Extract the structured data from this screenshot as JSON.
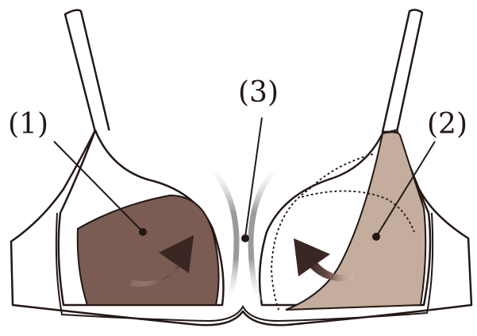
{
  "labels": {
    "left_cup": "(1)",
    "right_cup": "(2)",
    "center_gore": "(3)"
  },
  "colors": {
    "outline": "#231815",
    "left_fill": "#7a5c52",
    "right_fill": "#c4ad9c",
    "arrow_dark": "#3a2622",
    "arrow_light": "#c9b5ab",
    "gore_stroke": "#a9a9a9",
    "background": "#ffffff"
  }
}
